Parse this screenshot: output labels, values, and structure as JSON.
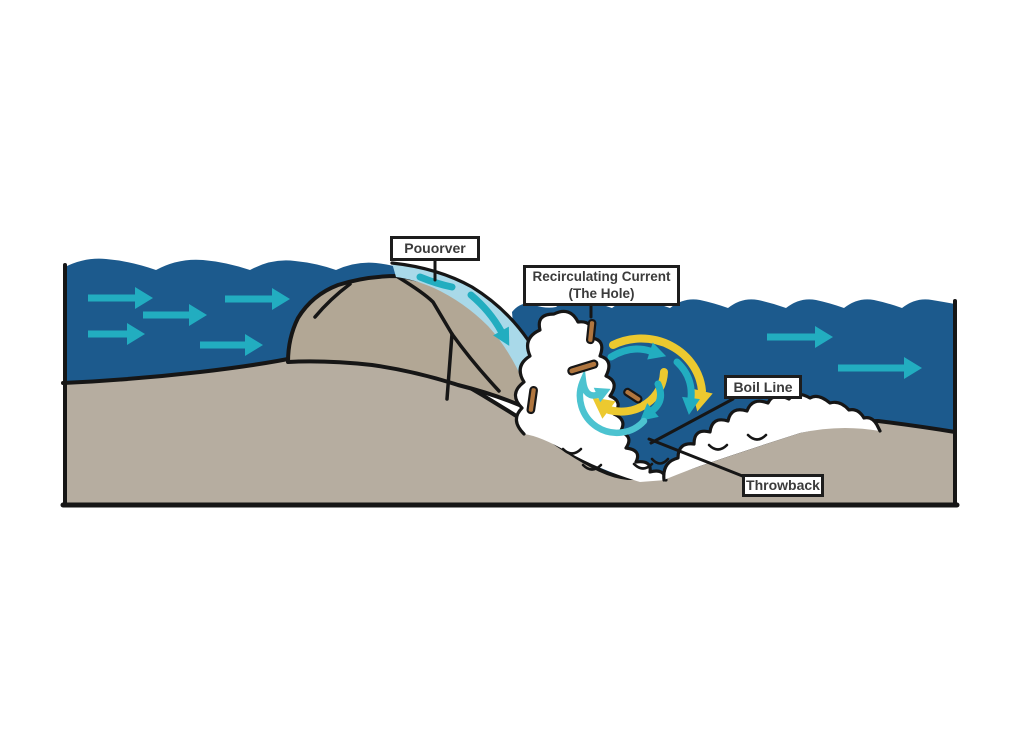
{
  "diagram": {
    "subject": "River pourover hydraulic cross-section",
    "flow_direction": "left-to-right"
  },
  "labels": {
    "pourover": "Pouorver",
    "recirculating_line1": "Recirculating Current",
    "recirculating_line2": "(The Hole)",
    "boil_line": "Boil Line",
    "throwback": "Throwback"
  },
  "colors": {
    "background": "#ffffff",
    "water": "#1c5a8d",
    "aerated_chute": "#a9d9e9",
    "foam": "#ffffff",
    "rock": "#b2a795",
    "riverbed": "#b6ada0",
    "flow_arrow_teal": "#22adc0",
    "circulation_teal_light": "#4cc3d0",
    "circulation_yellow": "#ecc92f",
    "debris_brown": "#b0763f",
    "outline": "#161616",
    "label_border": "#1d1d1d",
    "label_text": "#3b3b3b"
  }
}
